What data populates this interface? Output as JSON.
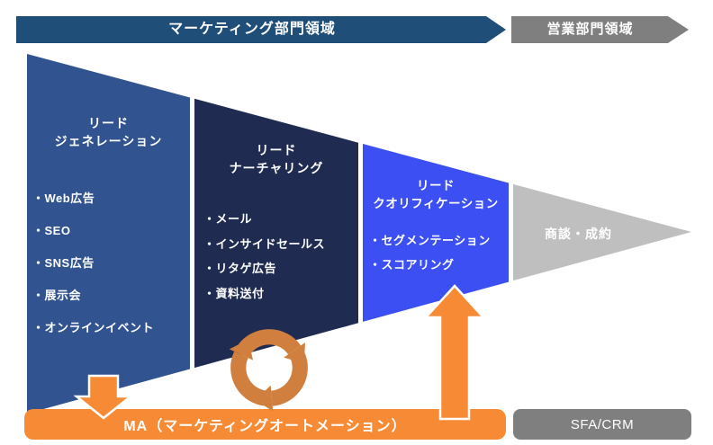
{
  "colors": {
    "banner_blue": "#1F4E79",
    "stage1": "#31538F",
    "stage2": "#1F2B50",
    "stage3": "#3B4FF2",
    "stage4": "#BFBFBF",
    "gray": "#7F7F7F",
    "orange": "#F78B35",
    "recycle": "#D07F3E",
    "text": "#FFFFFF"
  },
  "banner": {
    "marketing_label": "マーケティング部門領域",
    "sales_label": "営業部門領域"
  },
  "funnel": {
    "stages": [
      {
        "title": "リード\nジェネレーション",
        "items": [
          "・Web広告",
          "・SEO",
          "・SNS広告",
          "・展示会",
          "・オンラインイベント"
        ]
      },
      {
        "title": "リード\nナーチャリング",
        "items": [
          "・メール",
          "・インサイドセールス",
          "・リタゲ広告",
          "・資料送付"
        ]
      },
      {
        "title": "リード\nクオリフィケーション",
        "items": [
          "・セグメンテーション",
          "・スコアリング"
        ]
      },
      {
        "title": "商談・成約",
        "items": []
      }
    ]
  },
  "footer": {
    "ma_label": "MA（マーケティングオートメーション）",
    "sfa_label": "SFA/CRM"
  },
  "icons": {
    "recycle": "recycle-icon",
    "down_arrow": "down-arrow-icon",
    "up_arrow": "up-arrow-icon"
  }
}
